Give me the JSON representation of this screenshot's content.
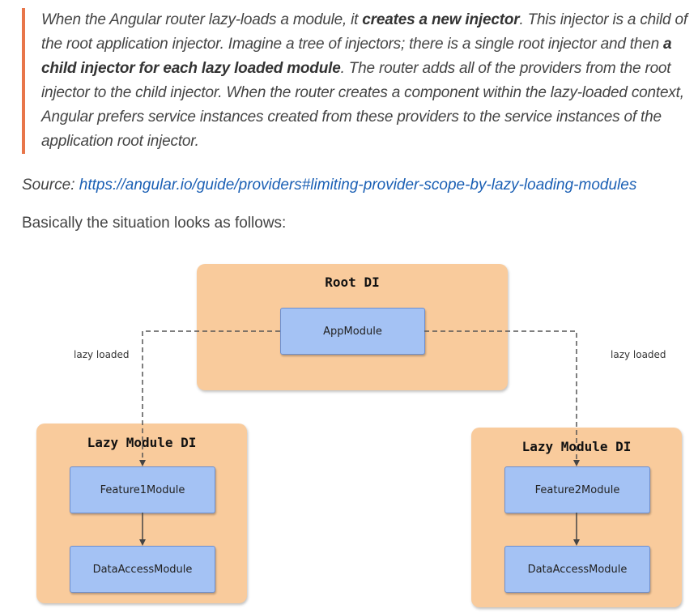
{
  "quote": {
    "p1": "When the Angular router lazy-loads a module, it ",
    "b1": "creates a new injector",
    "p2": ". This injector is a child of the root application injector. Imagine a tree of injectors; there is a single root injector and then ",
    "b2": "a child injector for each lazy loaded module",
    "p3": ". The router adds all of the providers from the root injector to the child injector. When the router creates a component within the lazy-loaded context, Angular prefers service instances created from these providers to the service instances of the application root injector."
  },
  "source": {
    "label": "Source: ",
    "link": "https://angular.io/guide/providers#limiting-provider-scope-by-lazy-loading-modules"
  },
  "intro": "Basically the situation looks as follows:",
  "diagram": {
    "root_title": "Root DI",
    "app_module": "AppModule",
    "lazy_label_left": "lazy loaded",
    "lazy_label_right": "lazy loaded",
    "left": {
      "title": "Lazy Module DI",
      "feature": "Feature1Module",
      "data": "DataAccessModule"
    },
    "right": {
      "title": "Lazy Module DI",
      "feature": "Feature2Module",
      "data": "DataAccessModule"
    },
    "colors": {
      "container": "#f9cb9c",
      "module": "#a4c2f4",
      "quote_border": "#e8764a",
      "link": "#1a5fb4"
    }
  }
}
